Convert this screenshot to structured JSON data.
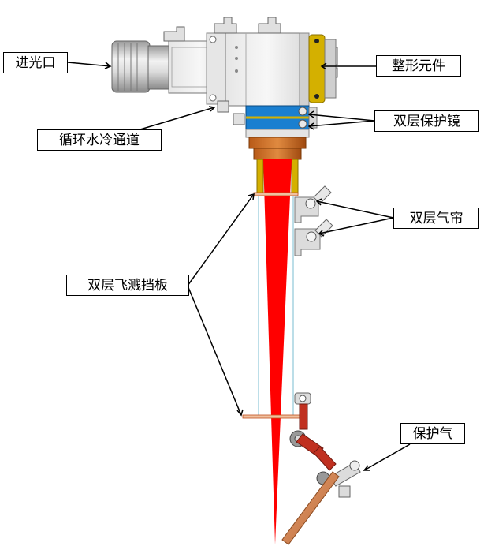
{
  "labels": {
    "inlet": "进光口",
    "shaping": "整形元件",
    "cooling": "循环水冷通道",
    "protective_lens": "双层保护镜",
    "air_curtain": "双层气帘",
    "splash_guard": "双层飞溅挡板",
    "protective_gas": "保护气"
  },
  "colors": {
    "laser_beam": "#ff0000",
    "brass_ring": "#d4b000",
    "blue_window": "#1a7fd0",
    "copper_nozzle": "#c86420",
    "aluminum": "#d8d8d8",
    "arm_red": "#c03020",
    "copper_pipe": "#d08050"
  }
}
